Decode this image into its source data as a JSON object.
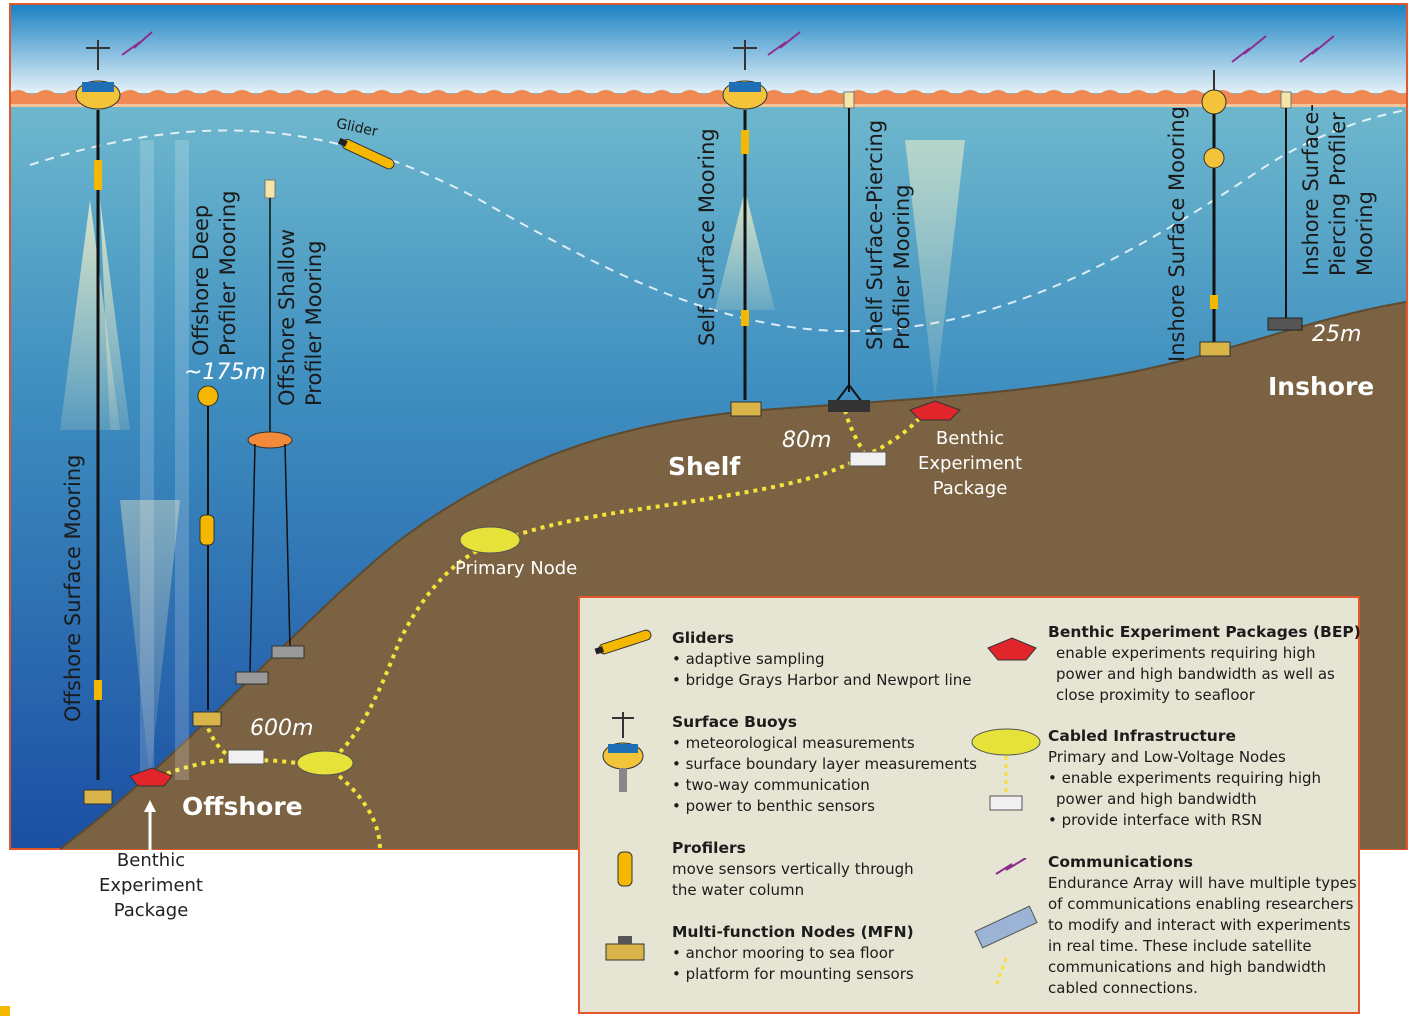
{
  "labels": {
    "glider": "Glider",
    "offshore_surface_mooring": "Offshore Surface Mooring",
    "offshore_deep_profiler_mooring": [
      "Offshore Deep",
      "Profiler Mooring"
    ],
    "offshore_shallow_profiler_mooring": [
      "Offshore Shallow",
      "Profiler Mooring"
    ],
    "shelf_surface_mooring": "Self Surface Mooring",
    "shelf_surface_piercing": [
      "Shelf Surface-Piercing",
      "Profiler Mooring"
    ],
    "inshore_surface_mooring": "Inshore Surface Mooring",
    "inshore_surface_piercing": [
      "Inshore Surface-",
      "Piercing Profiler",
      "Mooring"
    ],
    "depth_175": "~175m",
    "depth_600": "600m",
    "depth_80": "80m",
    "depth_25": "25m",
    "region_offshore": "Offshore",
    "region_shelf": "Shelf",
    "region_inshore": "Inshore",
    "benthic_shelf": [
      "Benthic",
      "Experiment",
      "Package"
    ],
    "benthic_offshore": [
      "Benthic",
      "Experiment",
      "Package"
    ],
    "primary_node": "Primary Node"
  },
  "legend": {
    "gliders": {
      "title": "Gliders",
      "lines": [
        "• adaptive sampling",
        "• bridge Grays Harbor and Newport line"
      ]
    },
    "surface_buoys": {
      "title": "Surface Buoys",
      "lines": [
        "• meteorological measurements",
        "• surface boundary layer measurements",
        "• two-way communication",
        "• power to benthic sensors"
      ]
    },
    "profilers": {
      "title": "Profilers",
      "lines": [
        "move sensors vertically through",
        "the water column"
      ]
    },
    "mfn": {
      "title": "Multi-function Nodes (MFN)",
      "lines": [
        "• anchor mooring to sea floor",
        "• platform for mounting sensors"
      ]
    },
    "bep": {
      "title": "Benthic Experiment Packages (BEP)",
      "lines": [
        "enable experiments requiring high",
        "power and high bandwidth as well as",
        "close proximity to seafloor"
      ]
    },
    "cabled": {
      "title": "Cabled Infrastructure",
      "lines": [
        "Primary and Low-Voltage Nodes",
        "• enable experiments requiring high",
        "power and high bandwidth",
        "• provide interface with RSN"
      ]
    },
    "comms": {
      "title": "Communications",
      "lines": [
        "Endurance Array will have multiple types",
        "of communications enabling researchers",
        "to modify and interact with experiments",
        "in real time. These include satellite",
        "communications and high bandwidth",
        "cabled connections."
      ]
    }
  },
  "colors": {
    "sky_top": "#1b82c3",
    "sky_bottom": "#e4f1f8",
    "sea_surface": "#ef8a55",
    "water_top": "#7fc6d2",
    "water_bottom": "#1b4fa3",
    "seafloor": "#7a6242",
    "frame": "#e0582c",
    "legend_bg": "#e6e4d2",
    "cable": "#f5e23a"
  }
}
